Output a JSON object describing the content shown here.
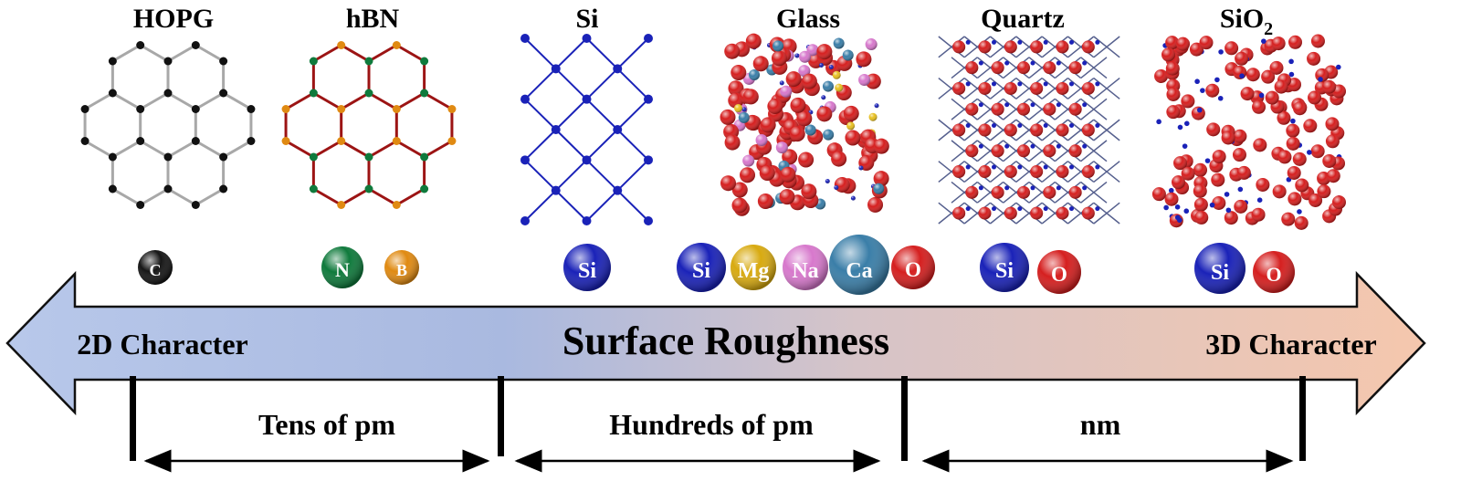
{
  "materials": [
    {
      "id": "hopg",
      "title": "HOPG",
      "title_sub": ""
    },
    {
      "id": "hbn",
      "title": "hBN",
      "title_sub": ""
    },
    {
      "id": "si",
      "title": "Si",
      "title_sub": ""
    },
    {
      "id": "glass",
      "title": "Glass",
      "title_sub": ""
    },
    {
      "id": "quartz",
      "title": "Quartz",
      "title_sub": ""
    },
    {
      "id": "sio2",
      "title": "SiO",
      "title_sub": "2"
    }
  ],
  "atom_legend": [
    {
      "id": "hopg-c",
      "label": "C",
      "color": "#161616"
    },
    {
      "id": "hbn-n",
      "label": "N",
      "color": "#0f7a3c"
    },
    {
      "id": "hbn-b",
      "label": "B",
      "color": "#e08a12"
    },
    {
      "id": "si-si",
      "label": "Si",
      "color": "#1a22b8"
    },
    {
      "id": "glass-si",
      "label": "Si",
      "color": "#1a22b8"
    },
    {
      "id": "glass-mg",
      "label": "Mg",
      "color": "#d8aa10"
    },
    {
      "id": "glass-na",
      "label": "Na",
      "color": "#d778cc"
    },
    {
      "id": "glass-ca",
      "label": "Ca",
      "color": "#3a7ea8"
    },
    {
      "id": "glass-o",
      "label": "O",
      "color": "#d51f1f"
    },
    {
      "id": "quartz-si",
      "label": "Si",
      "color": "#1a22b8"
    },
    {
      "id": "quartz-o",
      "label": "O",
      "color": "#d51f1f"
    },
    {
      "id": "sio2-si",
      "label": "Si",
      "color": "#1a22b8"
    },
    {
      "id": "sio2-o",
      "label": "O",
      "color": "#d51f1f"
    }
  ],
  "arrow": {
    "center_label": "Surface Roughness",
    "left_label": "2D Character",
    "right_label": "3D Character",
    "gradient_start": "#b8c8ea",
    "gradient_end": "#f5c7ad"
  },
  "scale": [
    {
      "id": "tens",
      "label": "Tens of pm"
    },
    {
      "id": "hundreds",
      "label": "Hundreds of pm"
    },
    {
      "id": "nm",
      "label": "nm"
    }
  ],
  "colors": {
    "carbon_bond": "#a8a8a8",
    "hbn_bond": "#9c1414",
    "si_bond": "#1a22b8",
    "oxygen": "#d51f1f"
  }
}
